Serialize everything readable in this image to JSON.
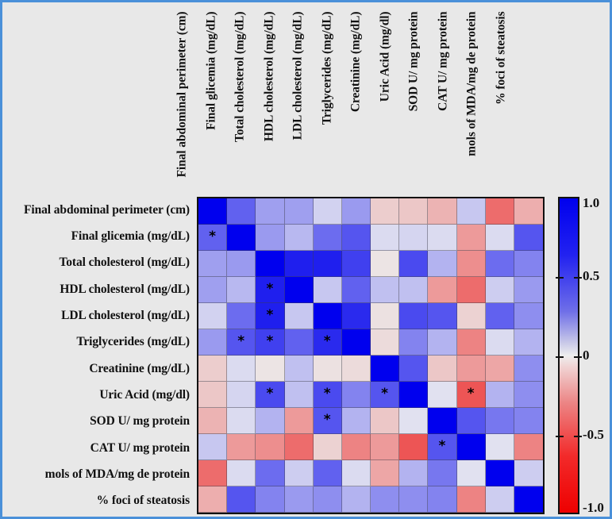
{
  "figure": {
    "type": "correlation-heatmap",
    "frame_color": "#4a90d9",
    "background": "#e8e8e8"
  },
  "colorbar": {
    "min": -1.0,
    "max": 1.0,
    "ticks": [
      {
        "value": 1.0,
        "label": "1.0"
      },
      {
        "value": 0.5,
        "label": "0.5"
      },
      {
        "value": 0.0,
        "label": "0"
      },
      {
        "value": -0.5,
        "label": "-0.5"
      },
      {
        "value": -1.0,
        "label": "-1.0"
      }
    ],
    "positive_color": "#0000ee",
    "zero_color": "#eeeeee",
    "negative_color": "#ee0000"
  },
  "chart_data": {
    "type": "heatmap",
    "title": "",
    "xlabel": "",
    "ylabel": "",
    "zlim": [
      -1.0,
      1.0
    ],
    "significance_marker": "*",
    "categories": [
      "Final abdominal perimeter (cm)",
      "Final glicemia (mg/dL)",
      "Total cholesterol (mg/dL)",
      "HDL cholesterol (mg/dL)",
      "LDL cholesterol (mg/dL)",
      "Triglycerides (mg/dL)",
      "Creatinine (mg/dL)",
      "Uric Acid (mg/dl)",
      "SOD U/ mg protein",
      "CAT U/ mg protein",
      "mols of MDA/mg de protein",
      "% foci of steatosis"
    ],
    "row_labels": [
      "Final abdominal perimeter (cm)",
      "Final glicemia (mg/dL)",
      "Total cholesterol (mg/dL)",
      "HDL cholesterol (mg/dL)",
      "LDL cholesterol (mg/dL)",
      "Triglycerides (mg/dL)",
      "Creatinine (mg/dL)",
      "Uric Acid (mg/dl)",
      "SOD U/ mg protein",
      "CAT U/ mg protein",
      "mols of MDA/mg de protein",
      "% foci of steatosis"
    ],
    "col_labels": [
      "Final abdominal perimeter (cm)",
      "Final glicemia (mg/dL)",
      "Total cholesterol (mg/dL)",
      "HDL cholesterol (mg/dL)",
      "LDL cholesterol (mg/dL)",
      "Triglycerides (mg/dL)",
      "Creatinine (mg/dL)",
      "Uric Acid (mg/dl)",
      "SOD U/ mg protein",
      "CAT U/ mg protein",
      "mols of MDA/mg de protein",
      "% foci of steatosis"
    ],
    "values": [
      [
        1.0,
        0.55,
        0.28,
        0.28,
        0.08,
        0.3,
        -0.1,
        -0.12,
        -0.2,
        0.12,
        -0.5,
        -0.22
      ],
      [
        0.55,
        1.0,
        0.3,
        0.18,
        0.5,
        0.6,
        0.05,
        0.07,
        0.05,
        -0.3,
        0.05,
        0.6
      ],
      [
        0.28,
        0.3,
        1.0,
        0.85,
        0.85,
        0.7,
        -0.02,
        0.65,
        0.2,
        -0.35,
        0.5,
        0.4
      ],
      [
        0.28,
        0.18,
        0.85,
        1.0,
        0.12,
        0.55,
        0.15,
        0.15,
        -0.3,
        -0.5,
        0.1,
        0.3
      ],
      [
        0.08,
        0.5,
        0.85,
        0.12,
        1.0,
        0.8,
        -0.03,
        0.65,
        0.6,
        -0.08,
        0.55,
        0.35
      ],
      [
        0.3,
        0.6,
        0.7,
        0.55,
        0.8,
        1.0,
        -0.05,
        0.4,
        0.2,
        -0.4,
        0.05,
        0.2
      ],
      [
        -0.1,
        0.05,
        -0.02,
        0.15,
        -0.03,
        -0.05,
        1.0,
        0.6,
        -0.12,
        -0.3,
        -0.25,
        0.35
      ],
      [
        -0.12,
        0.07,
        0.65,
        0.15,
        0.65,
        0.4,
        0.6,
        1.0,
        0.03,
        -0.6,
        0.2,
        0.35
      ],
      [
        -0.2,
        0.05,
        0.2,
        -0.3,
        0.6,
        0.2,
        -0.12,
        0.03,
        1.0,
        0.6,
        0.45,
        0.4
      ],
      [
        0.12,
        -0.3,
        -0.35,
        -0.5,
        -0.08,
        -0.4,
        -0.3,
        -0.6,
        0.6,
        1.0,
        0.03,
        -0.4
      ],
      [
        -0.5,
        0.05,
        0.5,
        0.1,
        0.55,
        0.05,
        -0.25,
        0.2,
        0.45,
        0.03,
        1.0,
        0.1
      ],
      [
        -0.22,
        0.6,
        0.4,
        0.3,
        0.35,
        0.2,
        0.35,
        0.35,
        0.4,
        -0.4,
        0.1,
        1.0
      ]
    ],
    "significant": [
      [
        false,
        false,
        false,
        false,
        false,
        false,
        false,
        false,
        false,
        false,
        false,
        false
      ],
      [
        true,
        false,
        false,
        false,
        false,
        false,
        false,
        false,
        false,
        false,
        false,
        false
      ],
      [
        false,
        false,
        false,
        false,
        false,
        false,
        false,
        false,
        false,
        false,
        false,
        false
      ],
      [
        false,
        false,
        true,
        false,
        false,
        false,
        false,
        false,
        false,
        false,
        false,
        false
      ],
      [
        false,
        false,
        true,
        false,
        false,
        false,
        false,
        false,
        false,
        false,
        false,
        false
      ],
      [
        false,
        true,
        true,
        false,
        true,
        false,
        false,
        false,
        false,
        false,
        false,
        false
      ],
      [
        false,
        false,
        false,
        false,
        false,
        false,
        false,
        false,
        false,
        false,
        false,
        false
      ],
      [
        false,
        false,
        true,
        false,
        true,
        false,
        true,
        false,
        false,
        true,
        false,
        false
      ],
      [
        false,
        false,
        false,
        false,
        true,
        false,
        false,
        false,
        false,
        false,
        false,
        false
      ],
      [
        false,
        false,
        false,
        false,
        false,
        false,
        false,
        false,
        true,
        false,
        false,
        false
      ],
      [
        false,
        false,
        false,
        false,
        false,
        false,
        false,
        false,
        false,
        false,
        false,
        false
      ],
      [
        false,
        false,
        false,
        false,
        false,
        false,
        false,
        false,
        false,
        false,
        false,
        false
      ]
    ]
  }
}
